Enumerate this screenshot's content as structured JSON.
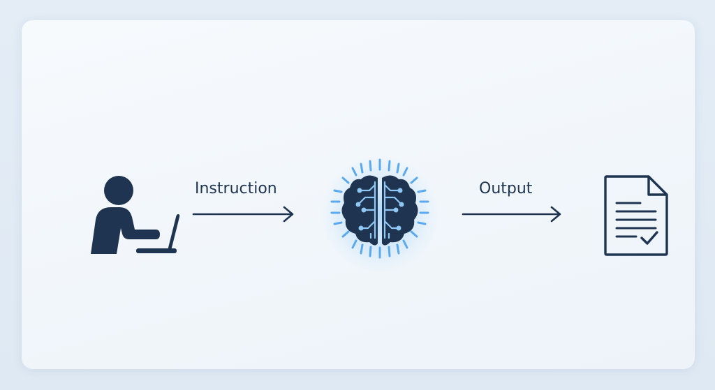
{
  "diagram": {
    "nodes": [
      {
        "id": "user",
        "icon": "person-at-laptop-icon"
      },
      {
        "id": "ai-model",
        "icon": "circuit-brain-icon"
      },
      {
        "id": "output-document",
        "icon": "document-checkmark-icon"
      }
    ],
    "edges": [
      {
        "from": "user",
        "to": "ai-model",
        "label": "Instruction"
      },
      {
        "from": "ai-model",
        "to": "output-document",
        "label": "Output"
      }
    ]
  },
  "colors": {
    "icon": "#1e3450",
    "text": "#1e3450",
    "glow": "#5aa9ee",
    "brain_rays": "#5aa9ee",
    "background": "#e4edf6",
    "card": "#f4f8fc"
  }
}
